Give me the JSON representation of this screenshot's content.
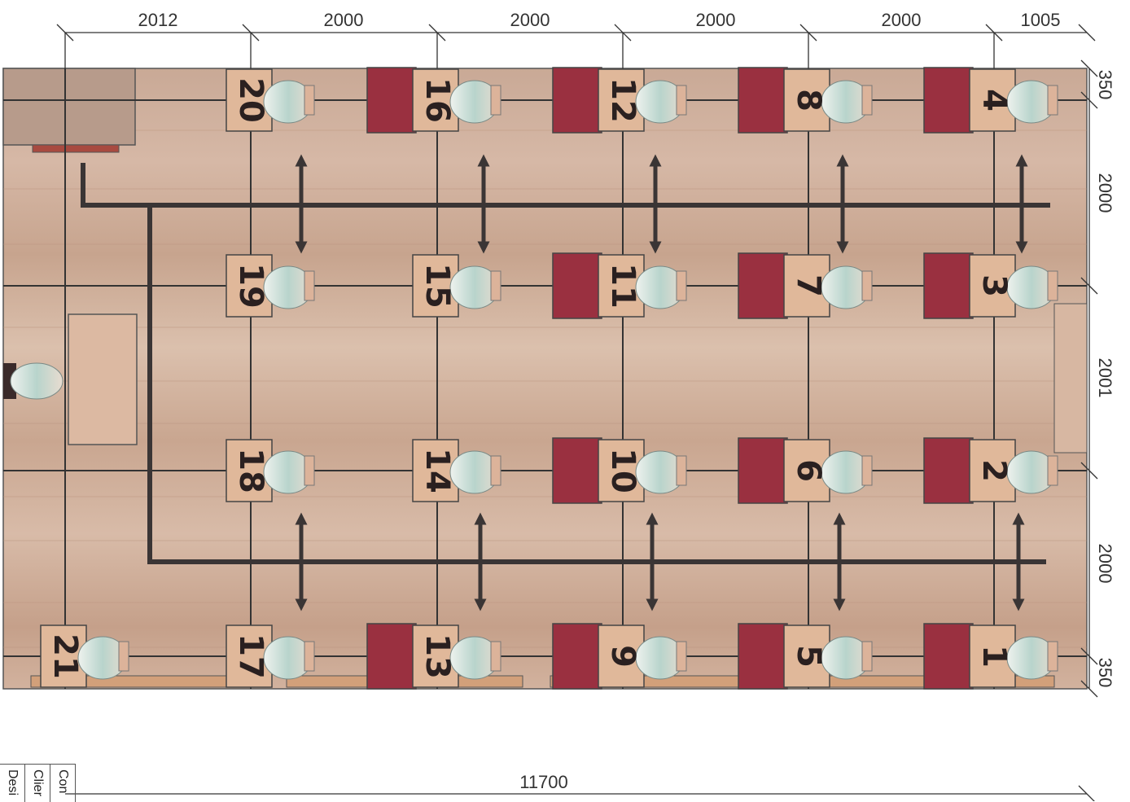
{
  "dimensions": {
    "top": [
      "2012",
      "2000",
      "2000",
      "2000",
      "2000",
      "1005"
    ],
    "right": [
      "350",
      "2000",
      "2001",
      "2000",
      "350"
    ],
    "total": "11700"
  },
  "desk_numbers": [
    "1",
    "2",
    "3",
    "4",
    "5",
    "6",
    "7",
    "8",
    "9",
    "10",
    "11",
    "12",
    "13",
    "14",
    "15",
    "16",
    "17",
    "18",
    "19",
    "20",
    "21"
  ],
  "title_block": [
    "Con",
    "Clier",
    "Desi"
  ],
  "colors": {
    "floor": "#cfaf99",
    "desk": "#e0b89a",
    "storage": "#9a3040",
    "aisle": "#3a3535",
    "line": "#333333"
  }
}
